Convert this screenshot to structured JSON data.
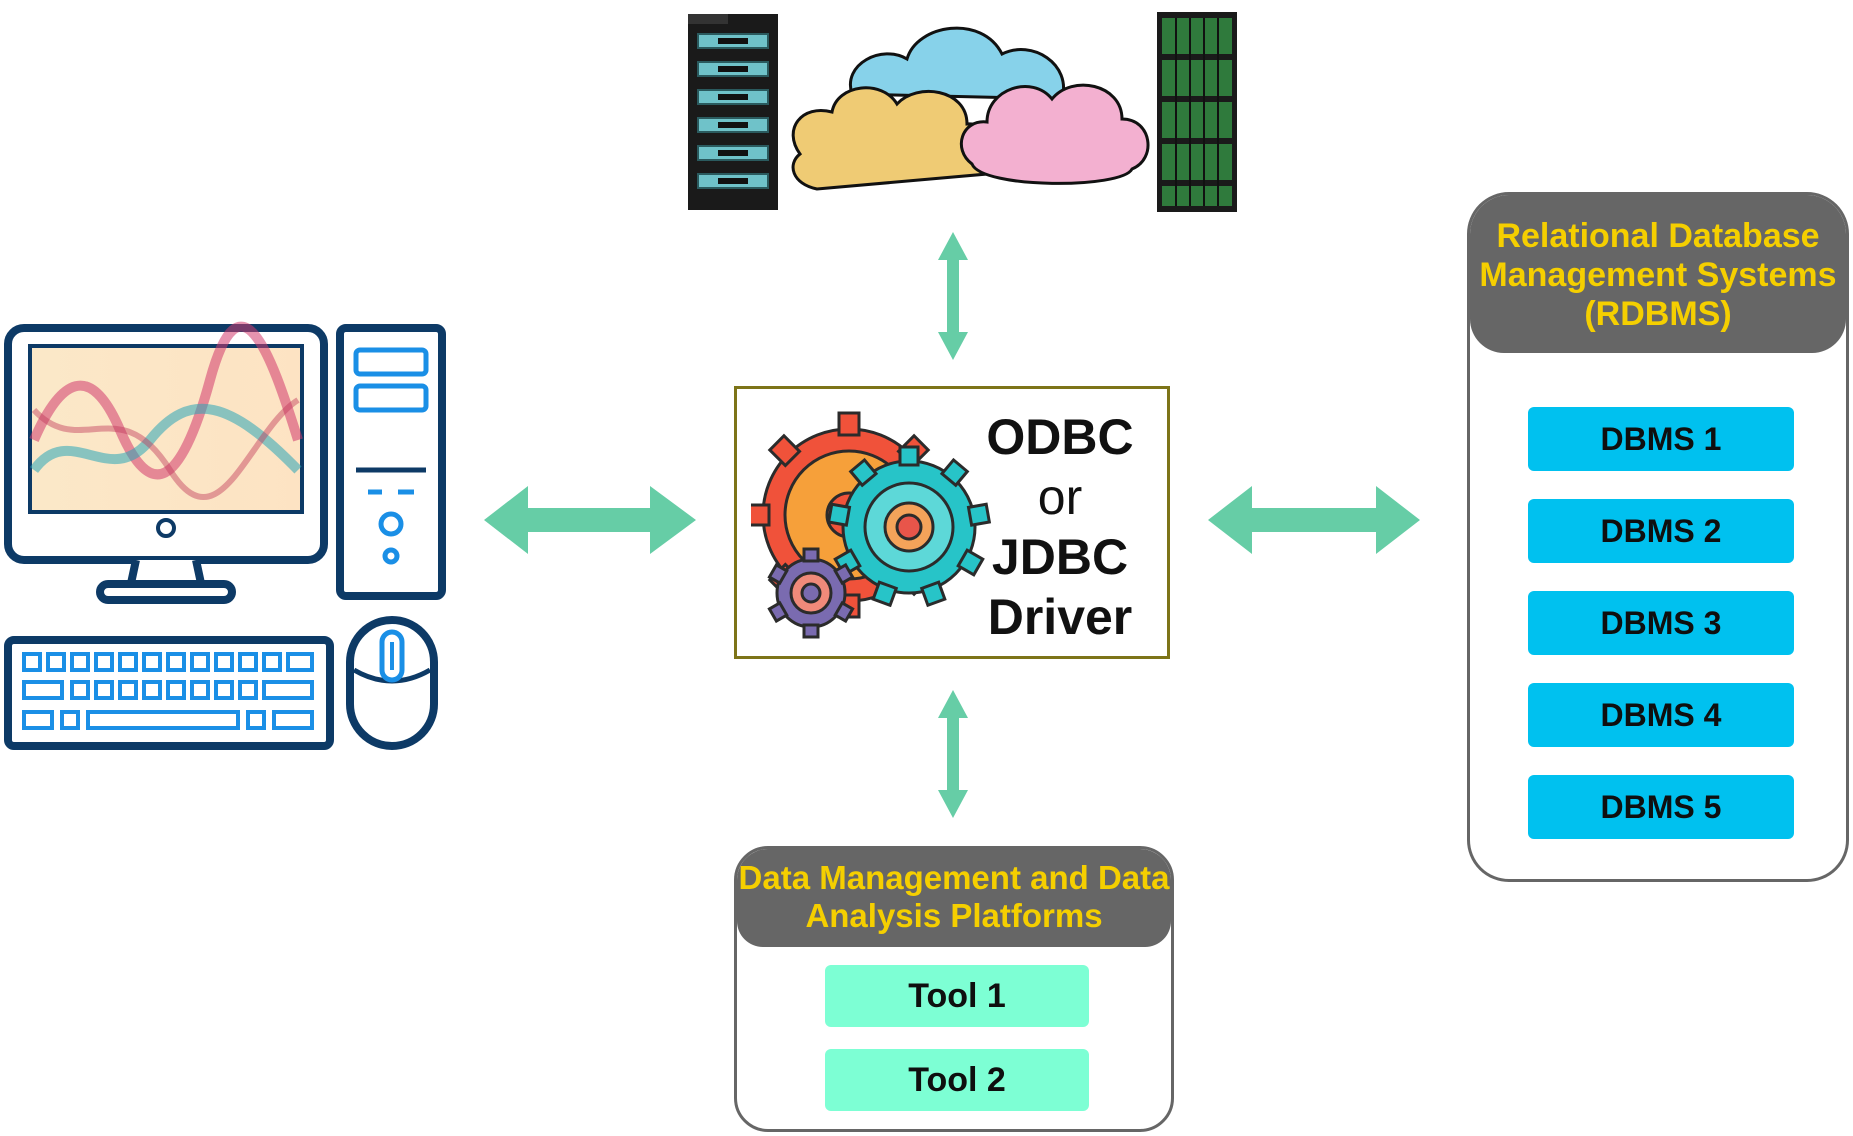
{
  "driver": {
    "line1": "ODBC",
    "line2": "or",
    "line3": "JDBC",
    "line4": "Driver"
  },
  "rdbms": {
    "title": "Relational Database Management Systems (RDBMS)",
    "items": [
      "DBMS 1",
      "DBMS 2",
      "DBMS 3",
      "DBMS 4",
      "DBMS 5"
    ]
  },
  "tools": {
    "title": "Data Management and Data Analysis Platforms",
    "items": [
      "Tool 1",
      "Tool 2"
    ]
  },
  "colors": {
    "arrow": "#66cda6",
    "header_bg": "#666666",
    "header_text": "#f5cf00",
    "dbms_bg": "#00c1ef",
    "tool_bg": "#7dffd4",
    "computer_stroke": "#0d3a66",
    "computer_accent": "#1a8fe6",
    "driver_border": "#7d7418"
  },
  "icons": [
    "computer-monitor-icon",
    "computer-tower-icon",
    "keyboard-icon",
    "mouse-icon",
    "server-rack-icon",
    "cloud-icon",
    "storage-server-icon",
    "gears-icon"
  ]
}
